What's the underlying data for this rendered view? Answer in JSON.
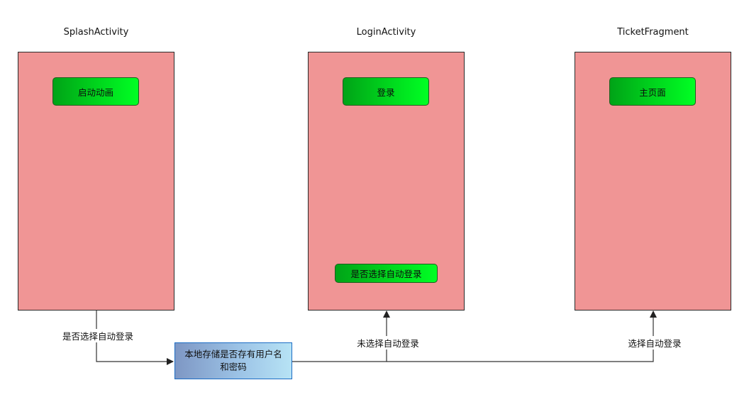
{
  "screens": [
    {
      "id": "splash",
      "title": "SplashActivity",
      "button": "启动动画"
    },
    {
      "id": "login",
      "title": "LoginActivity",
      "button": "登录",
      "option": "是否选择自动登录"
    },
    {
      "id": "ticket",
      "title": "TicketFragment",
      "button": "主页面"
    }
  ],
  "decision": {
    "line1": "本地存储是否存有用户名",
    "line2": "和密码"
  },
  "edges": {
    "splash_to_decision": "是否选择自动登录",
    "decision_to_login": "未选择自动登录",
    "decision_to_ticket": "选择自动登录"
  },
  "colors": {
    "screen_fill": "#f09595",
    "screen_border": "#2b2b2b",
    "button_green": "#00d81d",
    "decision_border": "#1b6cc4",
    "line": "#333333"
  }
}
